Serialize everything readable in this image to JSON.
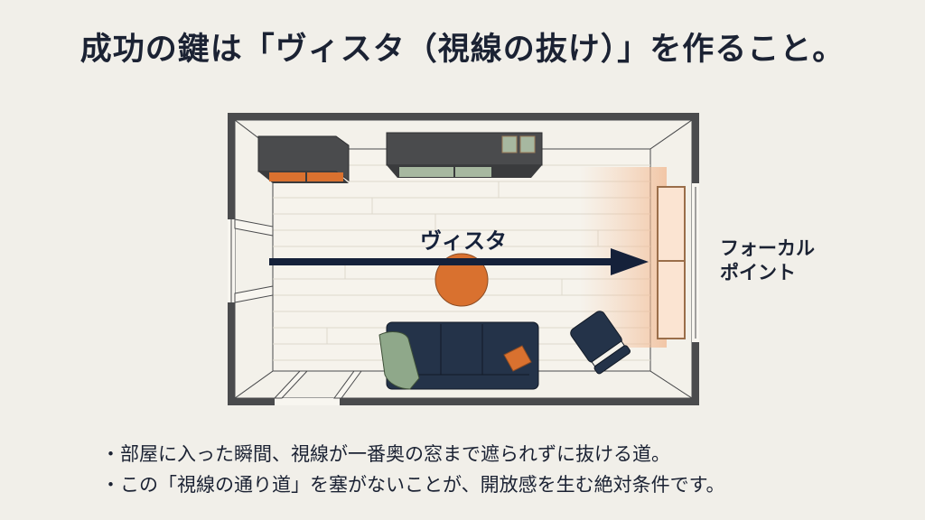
{
  "title": "成功の鍵は「ヴィスタ（視線の抜け）」を作ること。",
  "diagram": {
    "vista_label": "ヴィスタ",
    "focal_point_label_line1": "フォーカル",
    "focal_point_label_line2": "ポイント",
    "colors": {
      "wall": "#4a4b4d",
      "floor": "#f6f3ec",
      "floor_lines": "#ddd8cc",
      "arrow": "#15213a",
      "accent_orange": "#d9712f",
      "sage_green": "#8fa88a",
      "sofa_navy": "#243349",
      "cabinet_dark": "#4a4b4d",
      "window_glow": "#f5c9a8"
    },
    "furniture": [
      "wall-cabinet",
      "tv-console",
      "round-table",
      "sofa",
      "throw-blanket",
      "cushion",
      "armchair",
      "window",
      "door"
    ]
  },
  "bullets": [
    "・部屋に入った瞬間、視線が一番奥の窓まで遮られずに抜ける道。",
    "・この「視線の通り道」を塞がないことが、開放感を生む絶対条件です。"
  ]
}
